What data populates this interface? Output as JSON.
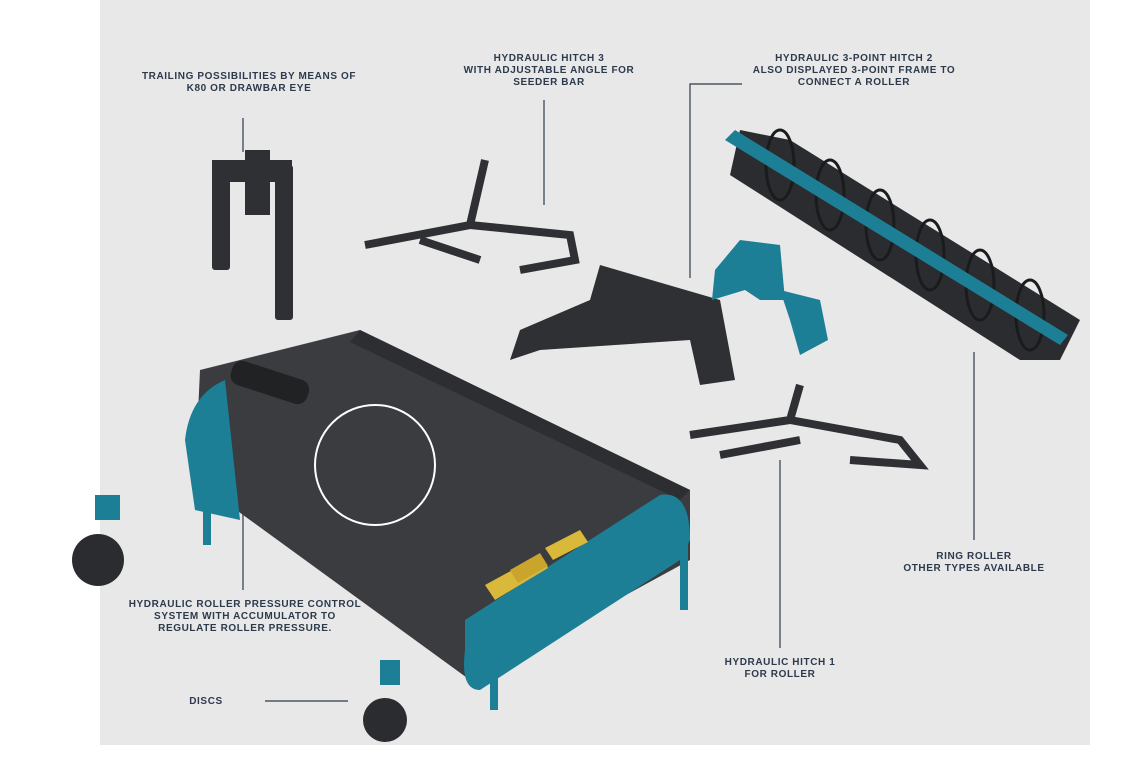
{
  "labels": {
    "trailing": [
      "TRAILING POSSIBILITIES BY MEANS OF",
      "K80 OR DRAWBAR EYE"
    ],
    "hitch3": [
      "HYDRAULIC HITCH 3",
      "WITH ADJUSTABLE ANGLE FOR",
      "SEEDER BAR"
    ],
    "hitch2": [
      "HYDRAULIC 3-POINT HITCH 2",
      "ALSO DISPLAYED 3-POINT FRAME TO",
      "CONNECT A ROLLER"
    ],
    "ring_roller": [
      "RING ROLLER",
      "OTHER TYPES AVAILABLE"
    ],
    "pressure": [
      "HYDRAULIC ROLLER PRESSURE CONTROL",
      "SYSTEM WITH ACCUMULATOR TO",
      "REGULATE ROLLER PRESSURE."
    ],
    "hitch1": [
      "HYDRAULIC HITCH 1",
      "FOR ROLLER"
    ],
    "discs": [
      "DISCS"
    ]
  },
  "colors": {
    "panel": "#e8e8e8",
    "text": "#2d3a4c",
    "teal": "#1d7f96",
    "body": "#3a3c3f",
    "yellow": "#d9b83a"
  }
}
